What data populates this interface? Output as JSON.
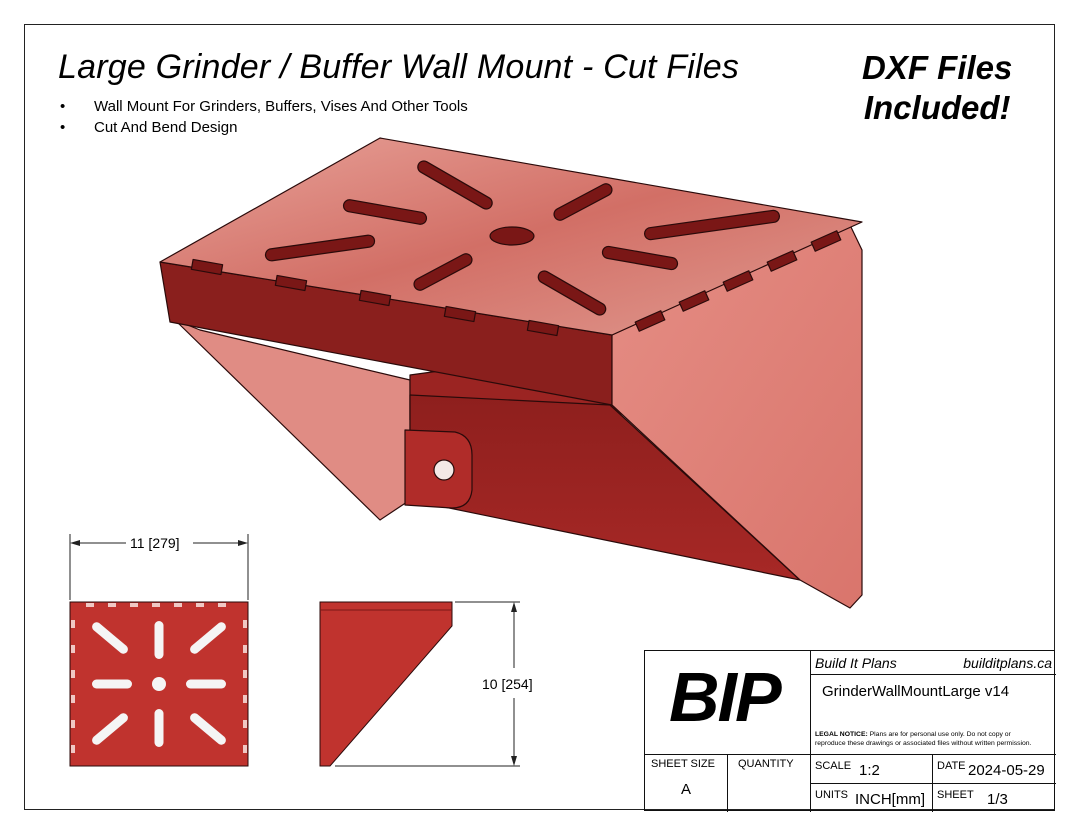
{
  "header": {
    "title": "Large Grinder / Buffer Wall Mount - Cut Files",
    "dxf_line1": "DXF Files",
    "dxf_line2": "Included!",
    "bullets": [
      "Wall Mount For Grinders, Buffers, Vises And Other Tools",
      "Cut And Bend Design"
    ]
  },
  "dimensions": {
    "width_label": "11 [279]",
    "height_label": "10 [254]"
  },
  "title_block": {
    "logo_text": "BIP",
    "company": "Build It Plans",
    "website": "builditplans.ca",
    "drawing_name": "GrinderWallMountLarge v14",
    "legal_heading": "LEGAL NOTICE:",
    "legal_text_1": "Plans are for personal use only. Do not copy or",
    "legal_text_2": "reproduce these drawings or associated files without written permission.",
    "sheet_size_label": "SHEET SIZE",
    "sheet_size_value": "A",
    "quantity_label": "QUANTITY",
    "scale_label": "SCALE",
    "scale_value": "1:2",
    "date_label": "DATE",
    "date_value": "2024-05-29",
    "units_label": "UNITS",
    "units_value": "INCH[mm]",
    "sheet_label": "SHEET",
    "sheet_value": "1/3"
  },
  "colors": {
    "part_red": "#c0332e",
    "part_dark": "#7f1b1a",
    "part_light": "#e28a80"
  }
}
